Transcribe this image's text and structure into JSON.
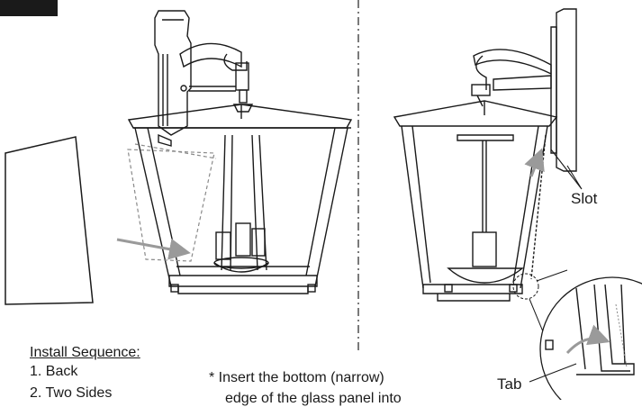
{
  "sequence": {
    "title": "Install Sequence:",
    "items": [
      "1. Back",
      "2. Two Sides"
    ]
  },
  "note": {
    "lines": [
      "* Insert the bottom (narrow)",
      "edge of the glass panel into"
    ]
  },
  "labels": {
    "slot": "Slot",
    "tab": "Tab"
  },
  "colors": {
    "line": "#1a1a1a",
    "arrow": "#9a9a9a",
    "dashed": "#8a8a8a",
    "divider": "#333333"
  }
}
